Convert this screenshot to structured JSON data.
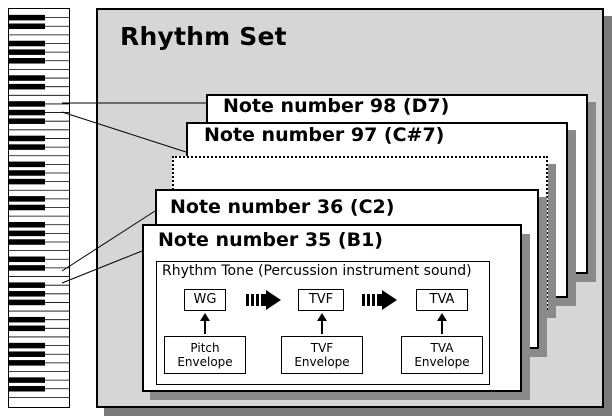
{
  "rhythm_set": {
    "title": "Rhythm Set",
    "notes": [
      {
        "label": "Note number 98 (D7)"
      },
      {
        "label": "Note number 97 (C#7)"
      },
      {
        "label": "Note number 36 (C2)"
      },
      {
        "label": "Note number 35 (B1)"
      }
    ],
    "rhythm_tone": {
      "title": "Rhythm Tone (Percussion instrument sound)",
      "blocks": [
        "WG",
        "TVF",
        "TVA"
      ],
      "envelopes": [
        {
          "line1": "Pitch",
          "line2": "Envelope"
        },
        {
          "line1": "TVF",
          "line2": "Envelope"
        },
        {
          "line1": "TVA",
          "line2": "Envelope"
        }
      ]
    }
  },
  "colors": {
    "panel": "#d6d6d6",
    "panel_shadow": "#7a7a7a",
    "card_shadow": "#8a8a8a",
    "ink": "#000000"
  }
}
